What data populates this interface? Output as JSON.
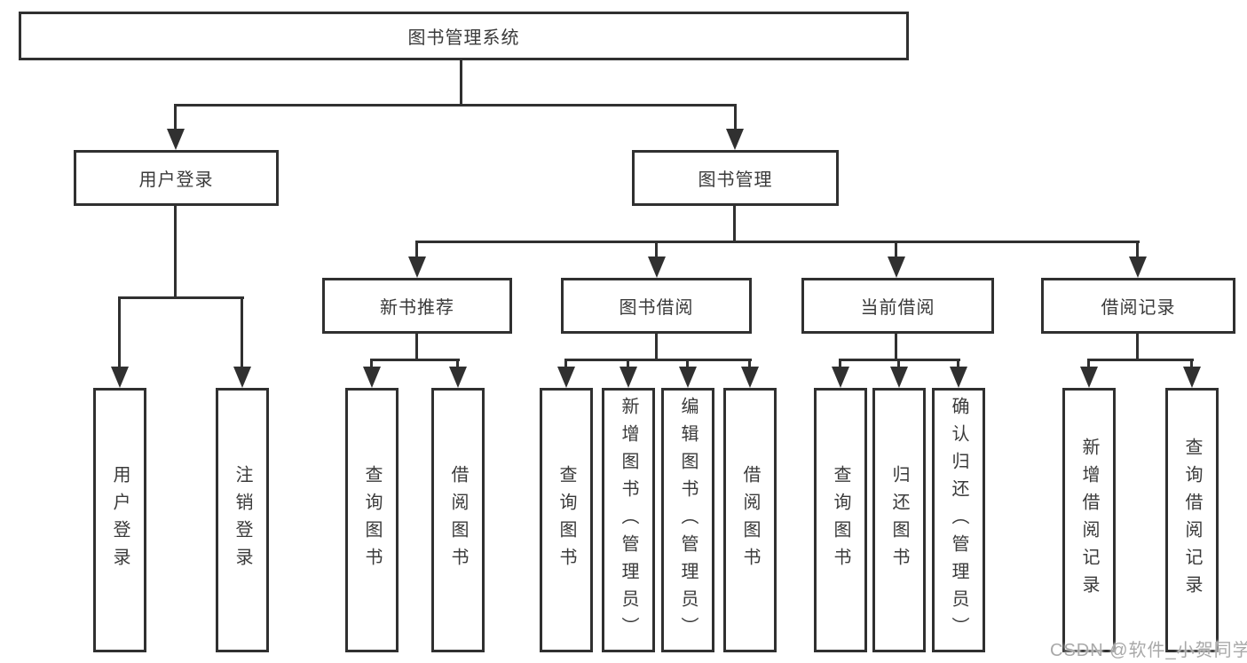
{
  "tree": {
    "label": "图书管理系统",
    "children": [
      {
        "label": "用户登录",
        "children": [
          {
            "label": "用户登录"
          },
          {
            "label": "注销登录"
          }
        ]
      },
      {
        "label": "图书管理",
        "children": [
          {
            "label": "新书推荐",
            "children": [
              {
                "label": "查询图书"
              },
              {
                "label": "借阅图书"
              }
            ]
          },
          {
            "label": "图书借阅",
            "children": [
              {
                "label": "查询图书"
              },
              {
                "label": "新增图书（管理员）"
              },
              {
                "label": "编辑图书（管理员）"
              },
              {
                "label": "借阅图书"
              }
            ]
          },
          {
            "label": "当前借阅",
            "children": [
              {
                "label": "查询图书"
              },
              {
                "label": "归还图书"
              },
              {
                "label": "确认归还（管理员）"
              }
            ]
          },
          {
            "label": "借阅记录",
            "children": [
              {
                "label": "新增借阅记录"
              },
              {
                "label": "查询借阅记录"
              }
            ]
          }
        ]
      }
    ]
  },
  "watermark": {
    "text": "CSDN @软件_小贺同学"
  },
  "colors": {
    "line": "#303030",
    "text": "#3a3a3a",
    "watermark": "#a9a9a9",
    "background": "#ffffff"
  }
}
